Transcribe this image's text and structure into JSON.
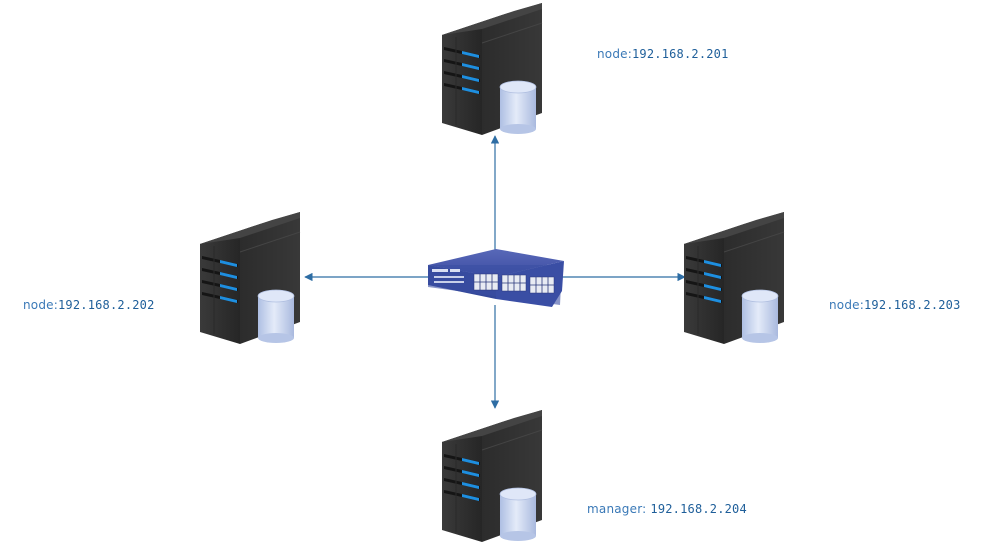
{
  "diagram": {
    "title": "",
    "colors": {
      "connector": "#2e6da4",
      "label_role": "#3a79b7",
      "label_ip": "#1f5f9a",
      "server_body": "#2f2f2f",
      "server_led": "#1e8fe0",
      "disk": "#c9d6f0",
      "switch_body": "#3a4fa0"
    },
    "hub": {
      "id": "switch",
      "icon": "network-switch-icon",
      "label": ""
    },
    "nodes": [
      {
        "id": "node-201",
        "icon": "server-database-icon",
        "role": "node:",
        "ip": "192.168.2.201",
        "position": "top"
      },
      {
        "id": "node-202",
        "icon": "server-database-icon",
        "role": "node:",
        "ip": "192.168.2.202",
        "position": "left"
      },
      {
        "id": "node-203",
        "icon": "server-database-icon",
        "role": "node:",
        "ip": "192.168.2.203",
        "position": "right"
      },
      {
        "id": "manager-204",
        "icon": "server-database-icon",
        "role": "manager: ",
        "ip": "192.168.2.204",
        "position": "bottom"
      }
    ],
    "edges": [
      {
        "from": "switch",
        "to": "node-201",
        "arrow": "end"
      },
      {
        "from": "switch",
        "to": "node-202",
        "arrow": "end"
      },
      {
        "from": "switch",
        "to": "node-203",
        "arrow": "end"
      },
      {
        "from": "switch",
        "to": "manager-204",
        "arrow": "end"
      }
    ]
  }
}
